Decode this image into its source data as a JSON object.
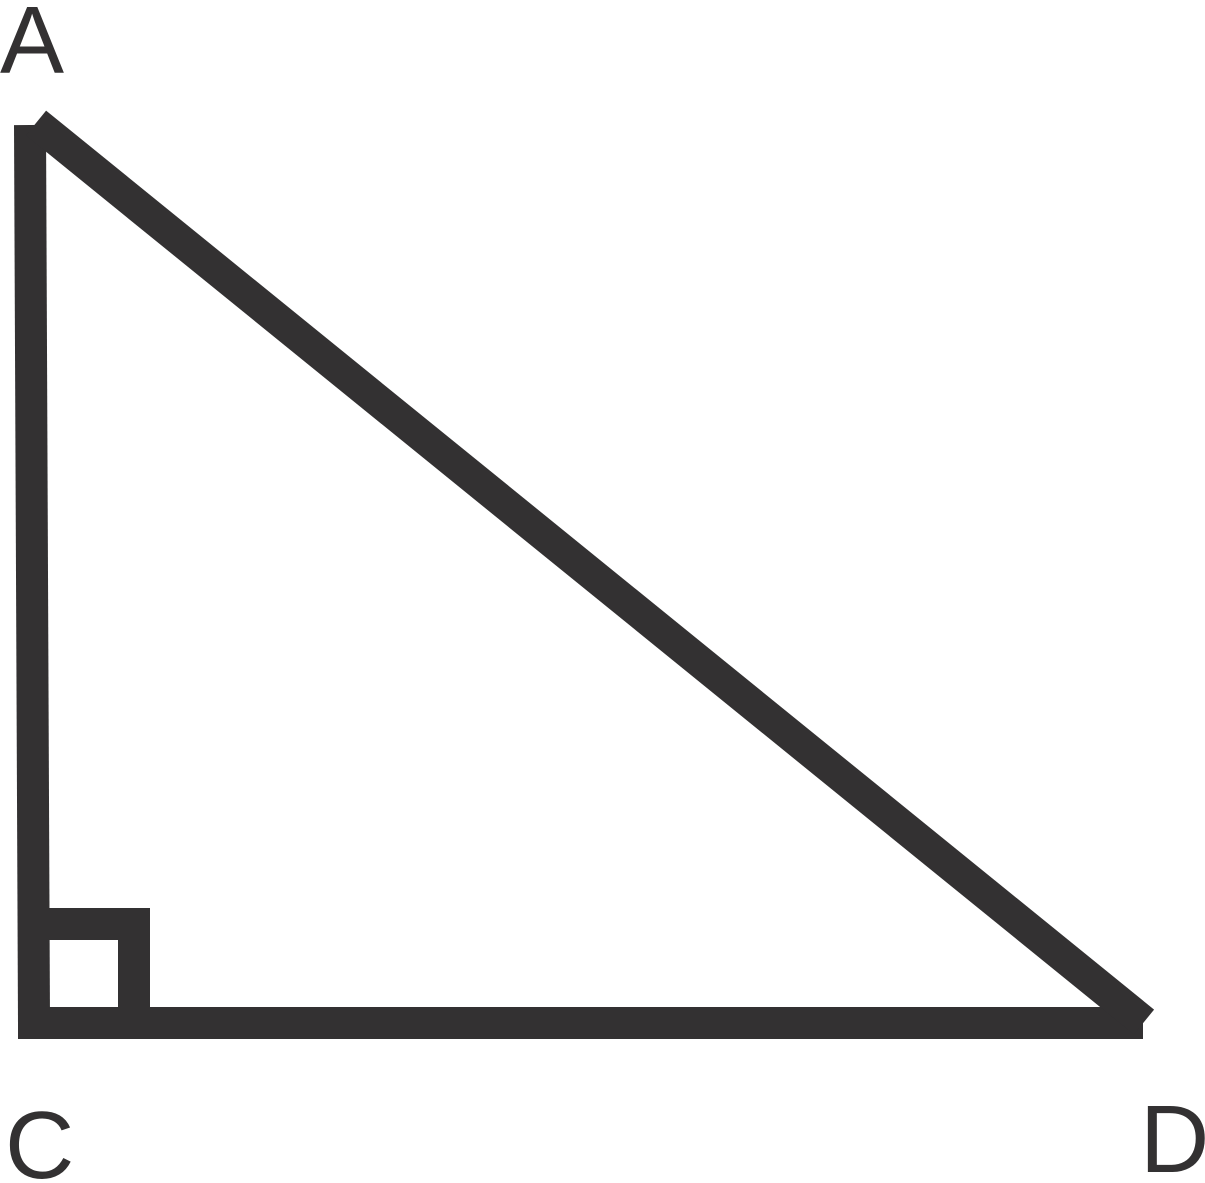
{
  "diagram": {
    "vertices": {
      "a": "A",
      "c": "C",
      "d": "D"
    },
    "right_angle_at": "C",
    "colors": {
      "stroke": "#333132",
      "label": "#333132",
      "background": "#ffffff"
    }
  }
}
